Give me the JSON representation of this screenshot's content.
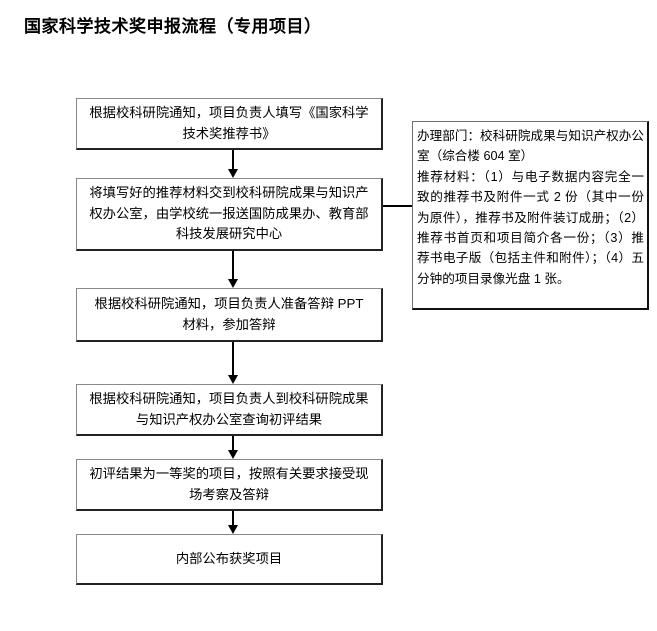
{
  "page": {
    "title": "国家科学技术奖申报流程（专用项目）",
    "background_color": "#ffffff",
    "text_color": "#000000",
    "box_border_color": "#8a8a8a",
    "arrow_color": "#000000"
  },
  "flowchart": {
    "type": "vertical-flow",
    "steps": [
      {
        "id": "step-1",
        "order": 1,
        "text": "根据校科研院通知，项目负责人填写《国家科学技术奖推荐书》"
      },
      {
        "id": "step-2",
        "order": 2,
        "text": "将填写好的推荐材料交到校科研院成果与知识产权办公室，由学校统一报送国防成果办、教育部科技发展研究中心"
      },
      {
        "id": "step-3",
        "order": 3,
        "text": "根据校科研院通知，项目负责人准备答辩 PPT 材料，参加答辩"
      },
      {
        "id": "step-4",
        "order": 4,
        "text": "根据校科研院通知，项目负责人到校科研院成果与知识产权办公室查询初评结果"
      },
      {
        "id": "step-5",
        "order": 5,
        "text": "初评结果为一等奖的项目，按照有关要求接受现场考察及答辩"
      },
      {
        "id": "step-6",
        "order": 6,
        "text": "内部公布获奖项目"
      }
    ]
  },
  "side_note": {
    "attached_to": "step-2",
    "line_department": "办理部门：校科研院成果与知识产权办公室（综合楼 604 室）",
    "line_materials": "推荐材料：（1）与电子数据内容完全一致的推荐书及附件一式 2 份（其中一份为原件），推荐书及附件装订成册；（2）推荐书首页和项目简介各一份；（3）推荐书电子版（包括主件和附件）；（4）五分钟的项目录像光盘 1 张。"
  }
}
